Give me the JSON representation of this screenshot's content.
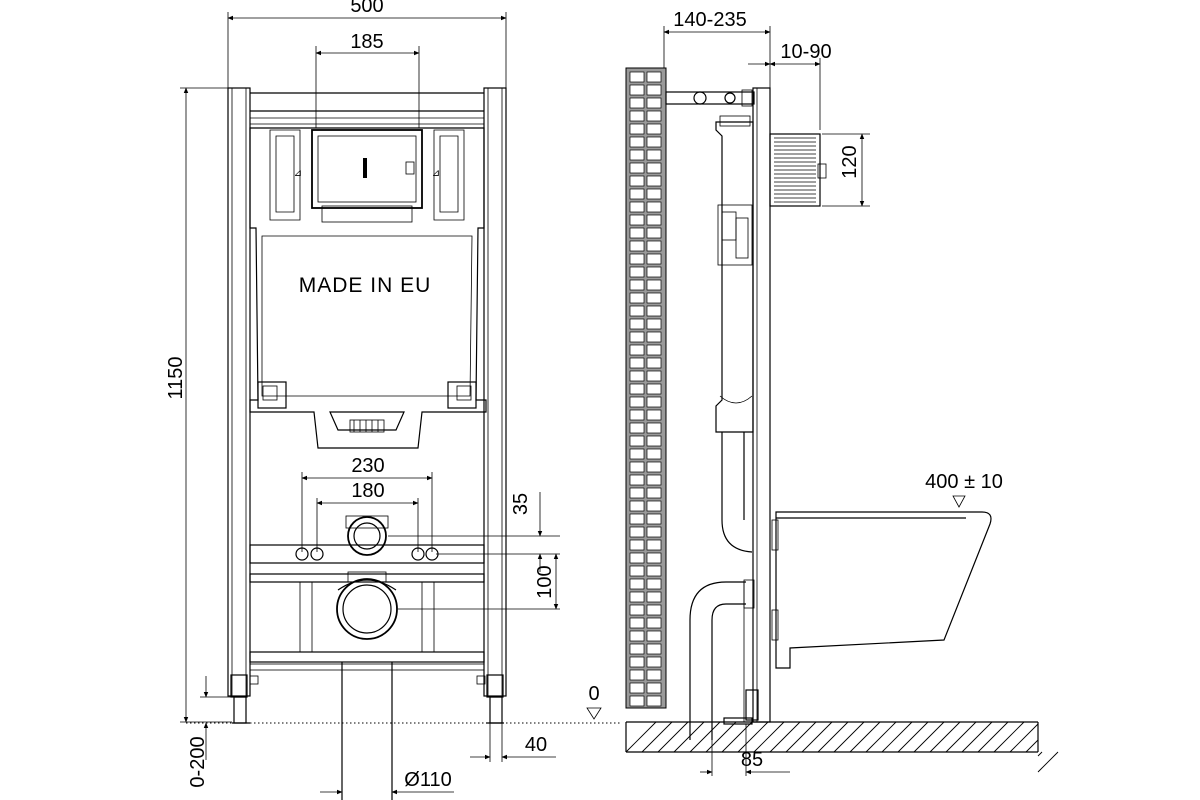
{
  "front_view": {
    "width": "500",
    "flush_spacing": "185",
    "height": "1150",
    "mark": "MADE IN EU",
    "rod_outer": "230",
    "rod_inner": "180",
    "inlet_offset": "35",
    "drain_offset": "100",
    "leg_adjust": "0-200",
    "leg_width": "40",
    "drain_diameter": "Ø110"
  },
  "side_view": {
    "depth": "140-235",
    "panel_adjust": "10-90",
    "flush_height": "120",
    "bowl_height": "400 ± 10",
    "floor_level": "0",
    "outlet_offset": "85"
  }
}
